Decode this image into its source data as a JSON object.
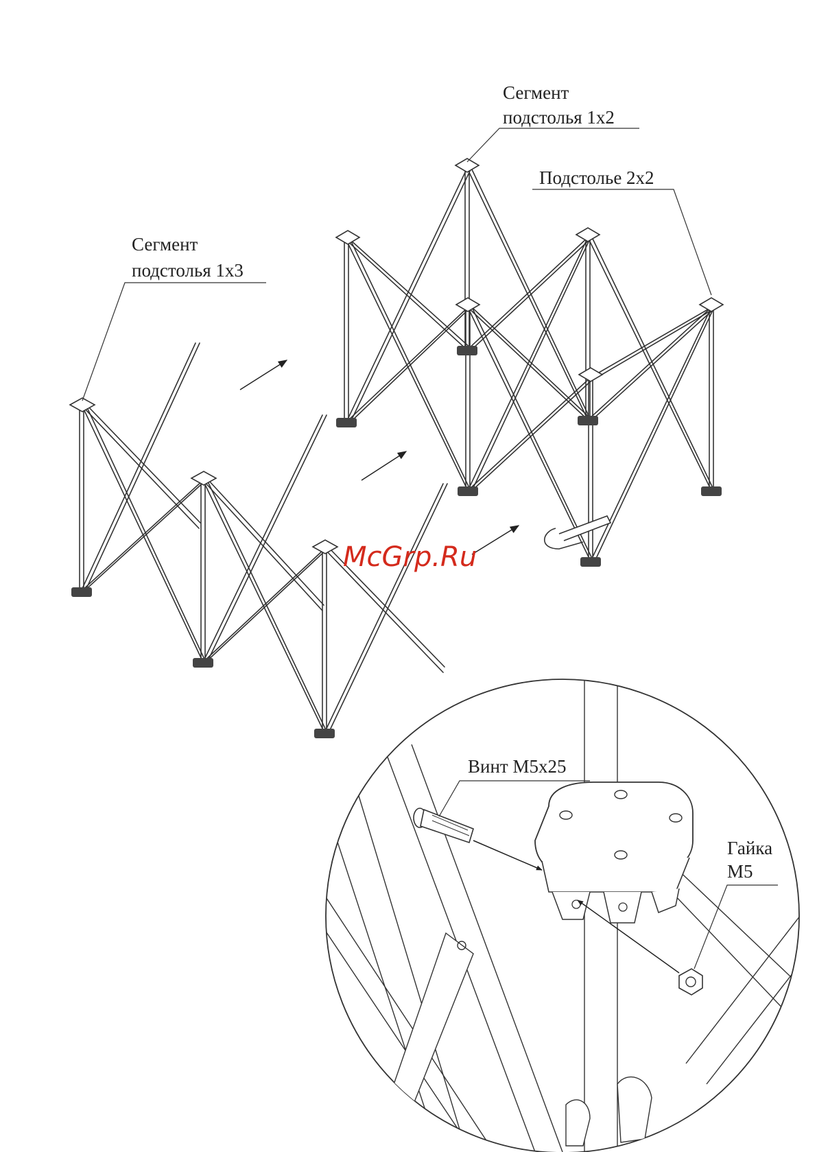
{
  "labels": {
    "segment_1x2_line1": "Сегмент",
    "segment_1x2_line2": "подстолья 1х2",
    "base_2x2": "Подстолье 2х2",
    "segment_1x3_line1": "Сегмент",
    "segment_1x3_line2": "подстолья 1х3",
    "screw": "Винт М5х25",
    "nut_line1": "Гайка",
    "nut_line2": "М5"
  },
  "watermark": "McGrp.Ru",
  "colors": {
    "line": "#333333",
    "watermark": "#d42a1c",
    "background": "#ffffff"
  }
}
